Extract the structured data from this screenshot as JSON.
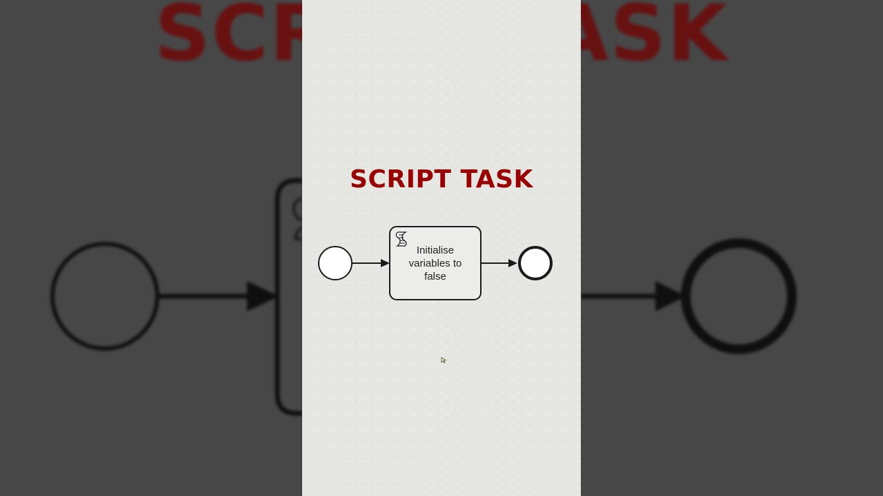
{
  "title": "SCRIPT TASK",
  "background_title": "SCRIPT TASK",
  "diagram": {
    "start_event": "start",
    "task": {
      "type": "script-task",
      "label": "Initialise variables to false",
      "icon": "script-icon"
    },
    "end_event": "end",
    "flows": [
      "start → task",
      "task → end"
    ]
  },
  "colors": {
    "title": "#990000",
    "panel_background": "#e6e6e3",
    "outer_background": "#474747",
    "stroke": "#1a1a1a"
  }
}
